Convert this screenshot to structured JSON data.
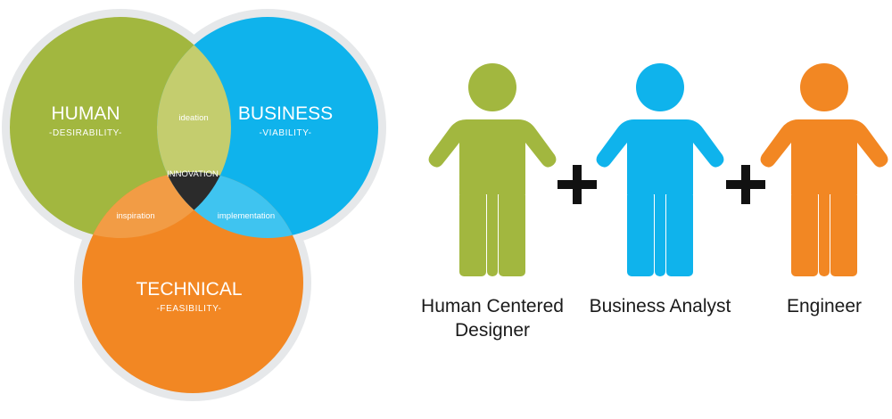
{
  "venn": {
    "circles": [
      {
        "title": "HUMAN",
        "subtitle": "-DESIRABILITY-",
        "color": "#a2b73f"
      },
      {
        "title": "BUSINESS",
        "subtitle": "-VIABILITY-",
        "color": "#0fb3ec"
      },
      {
        "title": "TECHNICAL",
        "subtitle": "-FEASIBILITY-",
        "color": "#f28723"
      }
    ],
    "overlaps": {
      "human_business": {
        "label": "ideation",
        "color": "#c4cd6e"
      },
      "human_technical": {
        "label": "inspiration",
        "color": "#f29c45"
      },
      "business_technical": {
        "label": "implementation",
        "color": "#3fc4f0"
      },
      "center": {
        "label": "INNOVATION",
        "color": "#2b2b2b"
      }
    },
    "ring_color": "#e6e8ea"
  },
  "team": {
    "people": [
      {
        "name": "Human Centered Designer",
        "line1": "Human Centered",
        "line2": "Designer",
        "color": "#a2b73f",
        "icon": "person-icon"
      },
      {
        "name": "Business Analyst",
        "line1": "Business Analyst",
        "line2": "",
        "color": "#0fb3ec",
        "icon": "person-icon"
      },
      {
        "name": "Engineer",
        "line1": "Engineer",
        "line2": "",
        "color": "#f28723",
        "icon": "person-icon"
      }
    ],
    "operator": "+",
    "operator_color": "#111111"
  }
}
